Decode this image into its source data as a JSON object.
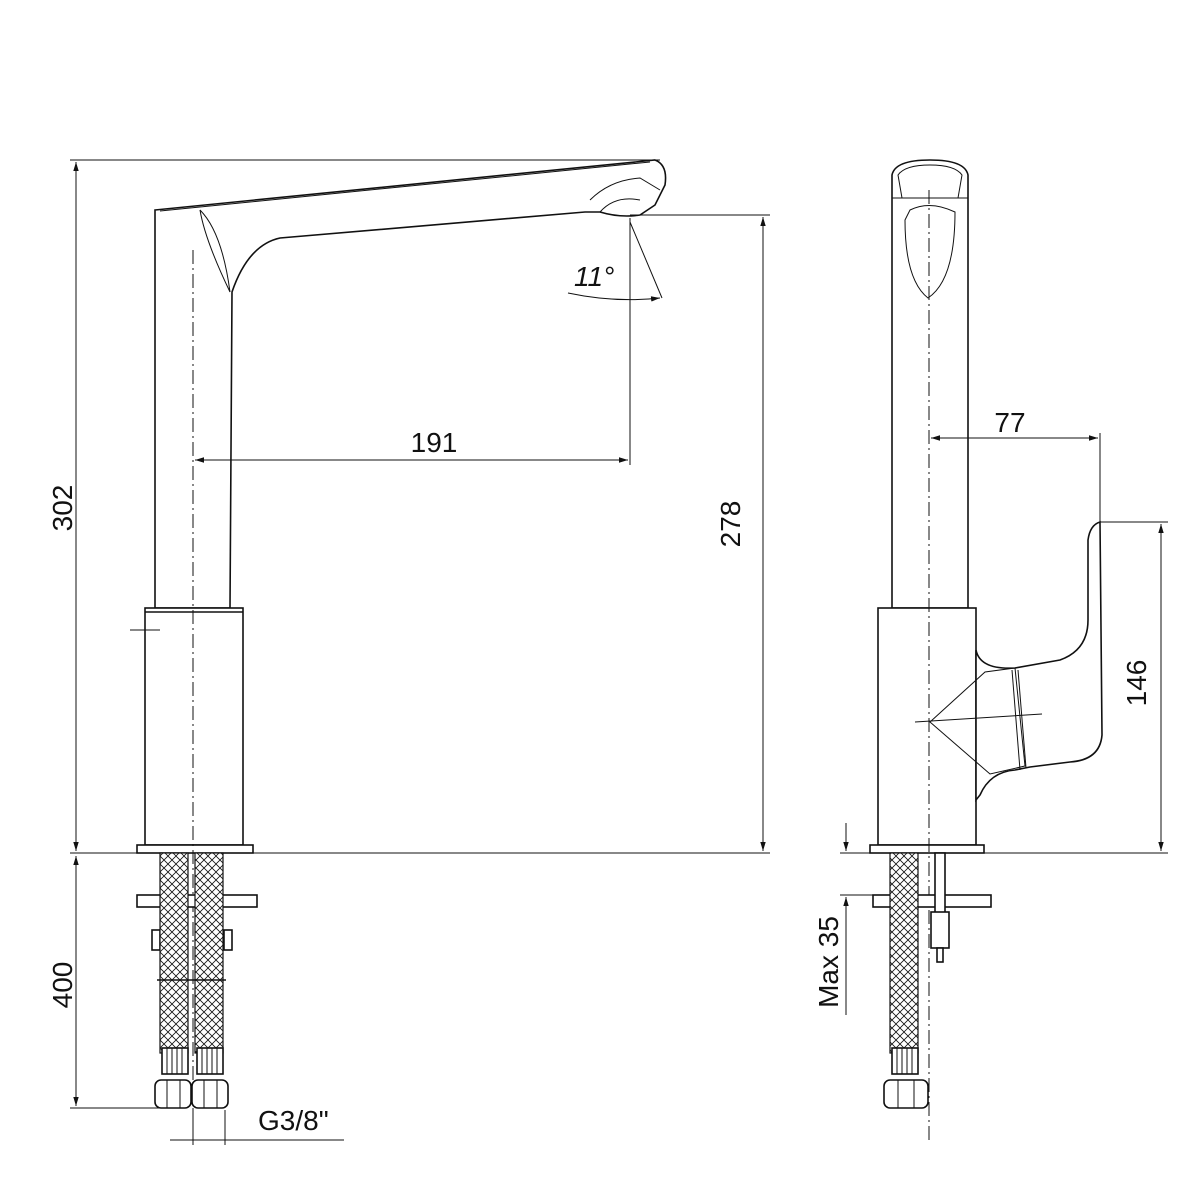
{
  "dimensions": {
    "total_height": "302",
    "spout_height": "278",
    "spout_reach": "191",
    "spout_angle": "11°",
    "hose_length": "400",
    "connection": "G3/8\"",
    "handle_offset": "77",
    "handle_height": "146",
    "max_deck": "Max 35"
  }
}
